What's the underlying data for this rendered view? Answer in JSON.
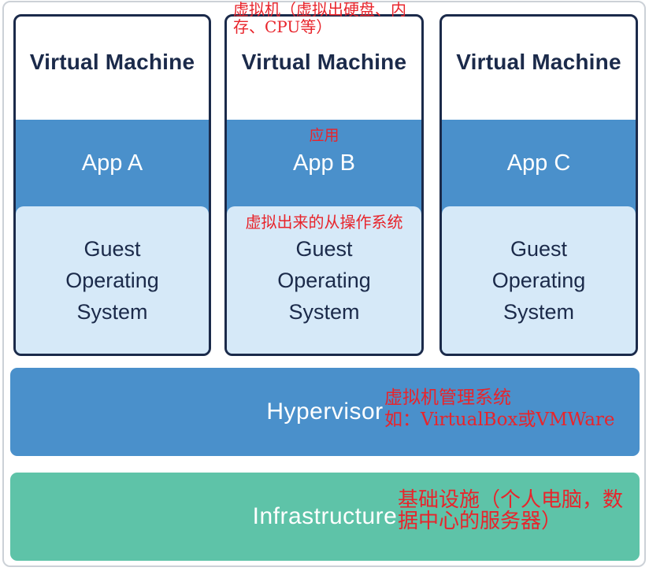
{
  "diagram": {
    "top_note": "虚拟机（虚拟出硬盘、内\n存、CPU等）",
    "vms": [
      {
        "title": "Virtual Machine",
        "app_label": "App A",
        "app_note": "",
        "guest_note": "",
        "guest_label": "Guest\nOperating\nSystem"
      },
      {
        "title": "Virtual Machine",
        "app_label": "App B",
        "app_note": "应用",
        "guest_note": "虚拟出来的从操作系统",
        "guest_label": "Guest\nOperating\nSystem"
      },
      {
        "title": "Virtual Machine",
        "app_label": "App C",
        "app_note": "",
        "guest_note": "",
        "guest_label": "Guest\nOperating\nSystem"
      }
    ],
    "hypervisor": {
      "label": "Hypervisor",
      "note": "虚拟机管理系统\n如：VirtualBox或VMWare"
    },
    "infrastructure": {
      "label": "Infrastructure",
      "note": "基础设施（个人电脑，数\n据中心的服务器）"
    }
  },
  "colors": {
    "vm_border_navy": "#1b2a4a",
    "title_navy": "#1b2a4a",
    "app_blue": "#4a90cb",
    "guest_light_blue": "#d6e9f8",
    "hypervisor_blue": "#4a90cb",
    "infrastructure_teal": "#5ec3a8",
    "annotation_red": "#e8242b",
    "frame_gray": "#ccd1d7"
  }
}
